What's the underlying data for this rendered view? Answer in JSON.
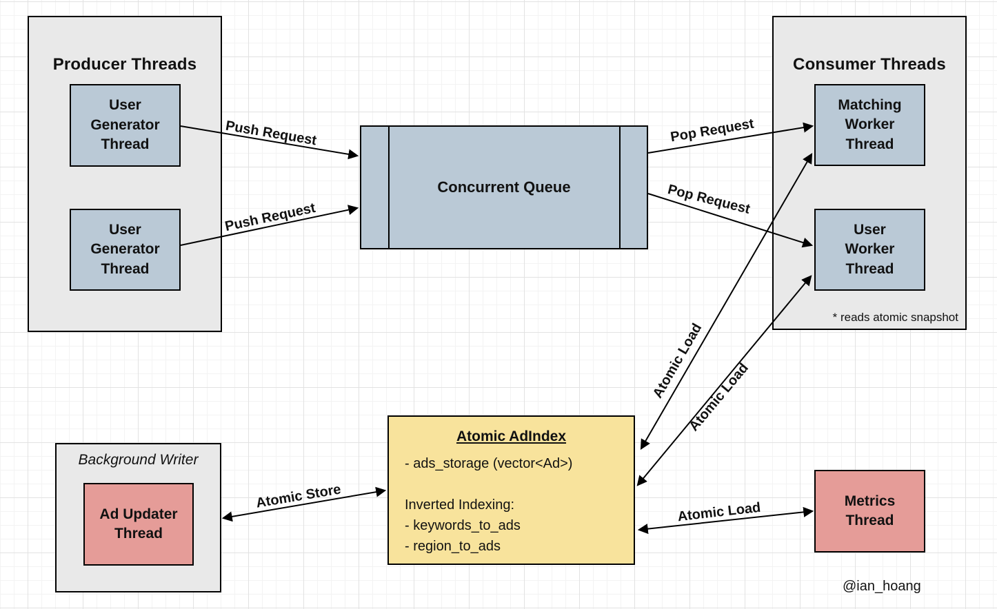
{
  "diagram": {
    "producer": {
      "title": "Producer Threads",
      "thread1": "User\nGenerator\nThread",
      "thread2": "User\nGenerator\nThread"
    },
    "queue": {
      "label": "Concurrent Queue"
    },
    "consumer": {
      "title": "Consumer Threads",
      "thread1": "Matching\nWorker\nThread",
      "thread2": "User\nWorker\nThread",
      "footnote": "* reads atomic snapshot"
    },
    "adindex": {
      "title": "Atomic AdIndex",
      "body": "- ads_storage (vector<Ad>)\n\nInverted Indexing:\n- keywords_to_ads\n- region_to_ads"
    },
    "background_writer": {
      "title": "Background Writer",
      "thread": "Ad Updater\nThread"
    },
    "metrics": {
      "label": "Metrics\nThread"
    },
    "arrow_labels": {
      "push1": "Push Request",
      "push2": "Push Request",
      "pop1": "Pop Request",
      "pop2": "Pop Request",
      "load_matching": "Atomic Load",
      "load_user": "Atomic Load",
      "store": "Atomic Store",
      "load_metrics": "Atomic Load"
    },
    "attribution": "@ian_hoang",
    "colors": {
      "container_gray": "#e9e9e9",
      "thread_blue": "#bac9d6",
      "index_yellow": "#f8e39c",
      "thread_red": "#e59c98",
      "line_black": "#000000"
    }
  }
}
